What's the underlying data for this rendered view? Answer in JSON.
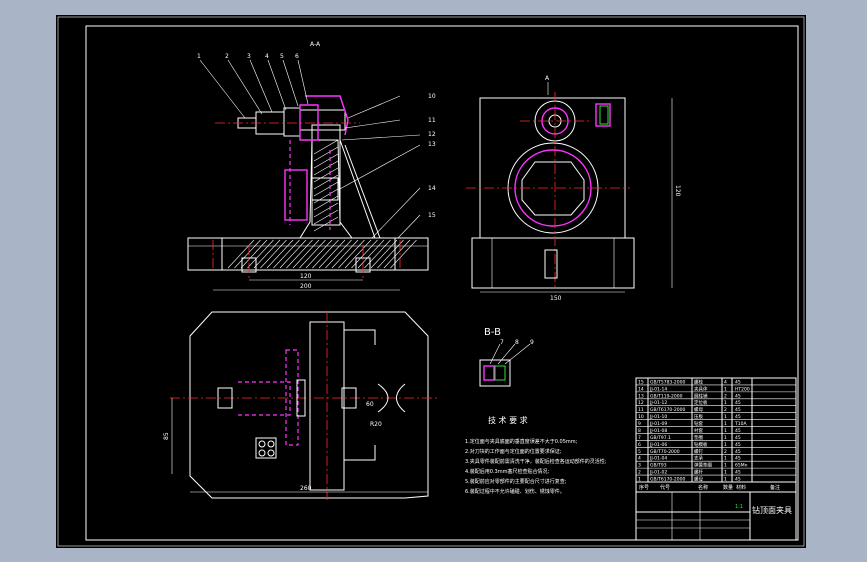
{
  "drawing": {
    "section_aa_label": "A-A",
    "section_bb_label": "B-B",
    "arrow_a": "A"
  },
  "balloons_front": [
    "1",
    "2",
    "3",
    "4",
    "5",
    "6"
  ],
  "balloons_right": [
    "10",
    "11",
    "12",
    "13",
    "14",
    "15"
  ],
  "balloons_bb": [
    "7",
    "8",
    "9"
  ],
  "dimensions": {
    "front_inner": "120",
    "front_outer": "200",
    "plan_width": "260",
    "plan_height": "85",
    "plan_left": "60",
    "plan_bolt": "R20",
    "side_bottom": "150",
    "side_height": "120"
  },
  "tech_requirements": {
    "title": "技 术 要 求",
    "items": [
      "1.定位面与夹具底面的垂直度误差不大于0.05mm;",
      "2.对刀块的工作面与定位面的位置要求保证;",
      "3.夹具零件装配前需清洗干净，装配后检查各运动部件的灵活性;",
      "4.装配后用0.3mm塞尺检查贴合情况;",
      "5.装配前应对零部件的主要配合尺寸进行复查;",
      "6.装配过程中不允许磕碰、划伤、锈蚀零件。"
    ]
  },
  "parts_list": {
    "rows": [
      {
        "no": "15",
        "code": "GB/T5783-2000",
        "name": "螺栓",
        "qty": "4",
        "mat": "45"
      },
      {
        "no": "14",
        "code": "JJ-01-14",
        "name": "夹具体",
        "qty": "1",
        "mat": "HT200"
      },
      {
        "no": "13",
        "code": "GB/T119-2000",
        "name": "圆柱销",
        "qty": "2",
        "mat": "45"
      },
      {
        "no": "12",
        "code": "JJ-01-12",
        "name": "定位板",
        "qty": "1",
        "mat": "45"
      },
      {
        "no": "11",
        "code": "GB/T6170-2000",
        "name": "螺母",
        "qty": "2",
        "mat": "45"
      },
      {
        "no": "10",
        "code": "JJ-01-10",
        "name": "压板",
        "qty": "1",
        "mat": "45"
      },
      {
        "no": "9",
        "code": "JJ-01-09",
        "name": "钻套",
        "qty": "1",
        "mat": "T10A"
      },
      {
        "no": "8",
        "code": "JJ-01-08",
        "name": "衬套",
        "qty": "1",
        "mat": "45"
      },
      {
        "no": "7",
        "code": "GB/T97.1",
        "name": "垫圈",
        "qty": "1",
        "mat": "45"
      },
      {
        "no": "6",
        "code": "JJ-01-06",
        "name": "钻模板",
        "qty": "1",
        "mat": "45"
      },
      {
        "no": "5",
        "code": "GB/T70-2000",
        "name": "螺钉",
        "qty": "2",
        "mat": "45"
      },
      {
        "no": "4",
        "code": "JJ-01-04",
        "name": "支承",
        "qty": "1",
        "mat": "45"
      },
      {
        "no": "3",
        "code": "GB/T93",
        "name": "弹簧垫圈",
        "qty": "1",
        "mat": "65Mn"
      },
      {
        "no": "2",
        "code": "JJ-01-02",
        "name": "螺杆",
        "qty": "1",
        "mat": "45"
      },
      {
        "no": "1",
        "code": "GB/T6170-2000",
        "name": "螺母",
        "qty": "1",
        "mat": "45"
      }
    ],
    "header": [
      "序号",
      "代号",
      "名称",
      "数量",
      "材料",
      "备注"
    ]
  },
  "title_block": {
    "title": "钻顶面夹具",
    "scale": "1:1"
  },
  "colors": {
    "canvas": "#000000",
    "background": "#a9b5c6",
    "line": "#ffffff",
    "center_line": "#ff2a2a",
    "hidden_part": "#ff33ff",
    "text_green": "#35e135"
  }
}
